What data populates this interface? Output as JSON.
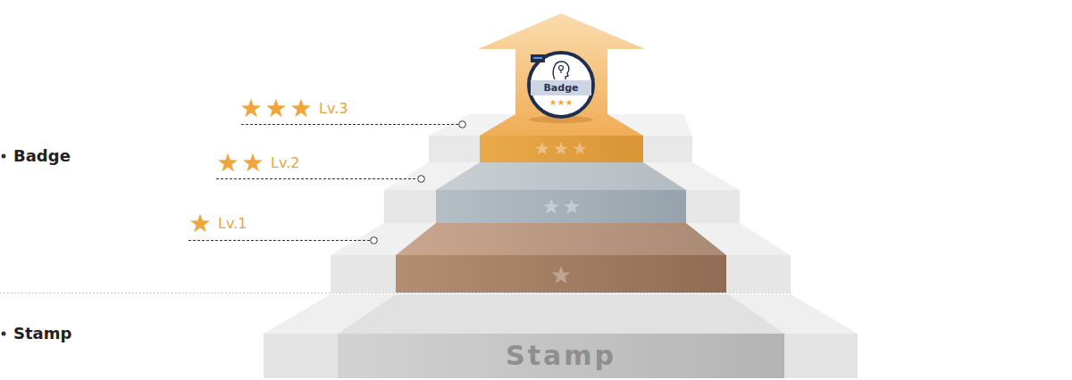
{
  "diagram": {
    "nodes": [
      {
        "text": [
          "Badge"
        ]
      },
      {
        "text": [
          "Stamp"
        ]
      }
    ],
    "labels": [
      "Lv.3",
      "Badge",
      "Lv.2",
      "Lv.1",
      "Stamp"
    ]
  }
}
